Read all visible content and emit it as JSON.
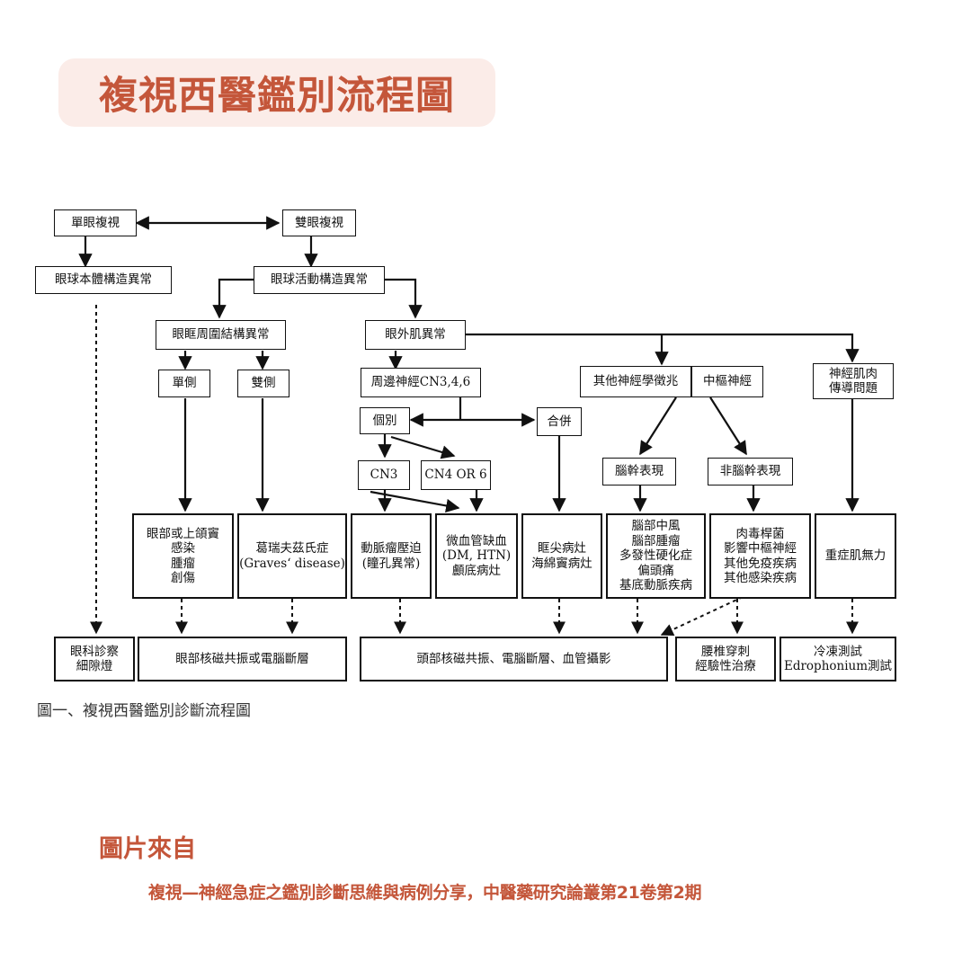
{
  "title": "複視西醫鑑別流程圖",
  "nodes": {
    "mono": "單眼複視",
    "bino": "雙眼複視",
    "globe": "眼球本體構造異常",
    "motility": "眼球活動構造異常",
    "orbit": "眼眶周圍結構異常",
    "eom": "眼外肌異常",
    "unilateral": "單側",
    "bilateral": "雙側",
    "peripheral": "周邊神經CN3,4,6",
    "other_signs": "其他神經學徵兆",
    "central": "中樞神經",
    "nmj": [
      "神經肌肉",
      "傳導問題"
    ],
    "isolated": "個別",
    "combined": "合併",
    "cn3": "CN3",
    "cn46": "CN4 OR 6",
    "brainstem": "腦幹表現",
    "non_brainstem": "非腦幹表現",
    "dx_orbit": [
      "眼部或上頜竇",
      "感染",
      "腫瘤",
      "創傷"
    ],
    "dx_graves": [
      "葛瑞夫茲氏症",
      "(Graves‘ disease)"
    ],
    "dx_aneurysm": [
      "動脈瘤壓迫",
      "(瞳孔異常)"
    ],
    "dx_micro": [
      "微血管缺血",
      "(DM, HTN)",
      "顱底病灶"
    ],
    "dx_orbital_apex": [
      "眶尖病灶",
      "海綿竇病灶"
    ],
    "dx_brainstem": [
      "腦部中風",
      "腦部腫瘤",
      "多發性硬化症",
      "偏頭痛",
      "基底動脈疾病"
    ],
    "dx_nonbrainstem": [
      "肉毒桿菌",
      "影響中樞神經",
      "其他免疫疾病",
      "其他感染疾病"
    ],
    "dx_mg": "重症肌無力",
    "test_slit": [
      "眼科診察",
      "細隙燈"
    ],
    "test_orbit_img": "眼部核磁共振或電腦斷層",
    "test_head_img": "頭部核磁共振、電腦斷層、血管攝影",
    "test_lp": [
      "腰椎穿刺",
      "經驗性治療"
    ],
    "test_ice": [
      "冷凍測試",
      "Edrophonium測試"
    ]
  },
  "caption": "圖一、複視西醫鑑別診斷流程圖",
  "source_label": "圖片來自",
  "source_text": "複視—神經急症之鑑別診斷思維與病例分享，中醫藥研究論叢第21卷第2期",
  "colors": {
    "accent": "#c4563a",
    "title_bg": "#fbece8"
  }
}
